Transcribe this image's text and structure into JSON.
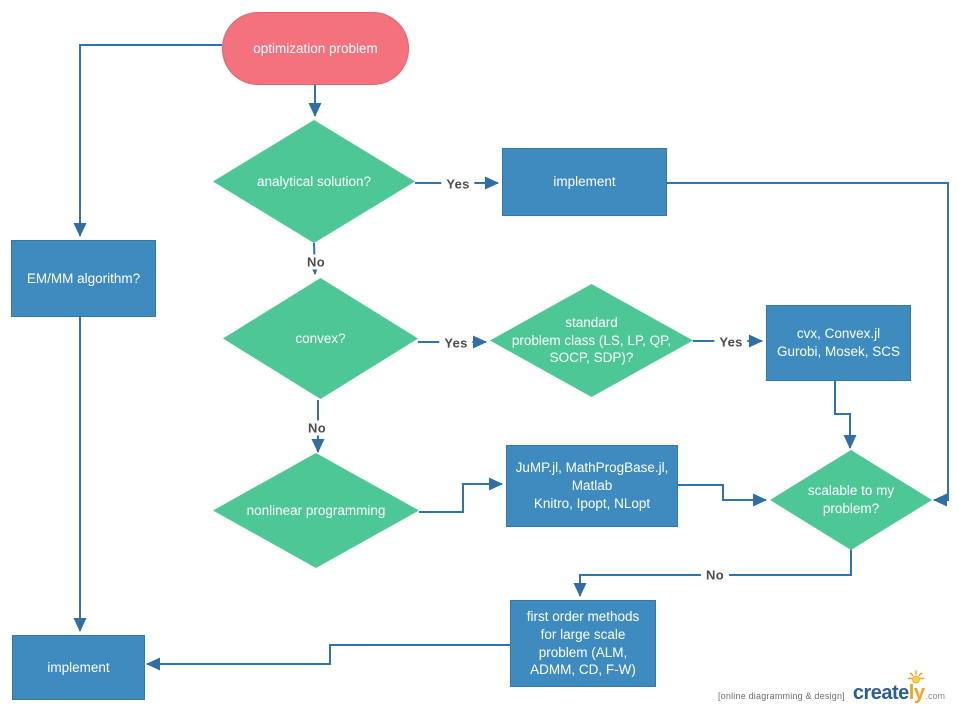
{
  "colors": {
    "decision_green": "#4dc795",
    "process_blue": "#3e8cbf",
    "terminator_pink": "#f4717e",
    "connector_blue": "#2f74ad",
    "edge_label_gray": "#4d4d4d",
    "brand_blue": "#2b5c9e",
    "brand_orange": "#f5a31d"
  },
  "nodes": {
    "optimization_problem": {
      "label": "optimization problem"
    },
    "analytical_solution": {
      "label": "analytical solution?"
    },
    "implement_top": {
      "label": "implement"
    },
    "em_mm": {
      "label": "EM/MM algorithm?"
    },
    "convex": {
      "label": "convex?"
    },
    "standard_class": {
      "label": "standard\nproblem class (LS,  LP, QP,\nSOCP, SDP)?"
    },
    "cvx_tools": {
      "label": "cvx, Convex.jl\nGurobi, Mosek, SCS"
    },
    "nonlinear": {
      "label": "nonlinear programming"
    },
    "jump_tools": {
      "label": "JuMP.jl, MathProgBase.jl,\nMatlab\nKnitro, Ipopt, NLopt"
    },
    "scalable": {
      "label": "scalable to my\nproblem?"
    },
    "first_order": {
      "label": "first order methods\nfor large scale\nproblem (ALM,\nADMM, CD, F-W)"
    },
    "implement_bottom": {
      "label": "implement"
    }
  },
  "edge_labels": {
    "yes_analytical": "Yes",
    "no_analytical": "No",
    "yes_convex": "Yes",
    "no_convex": "No",
    "yes_standard": "Yes",
    "no_scalable": "No"
  },
  "footer": {
    "tagline": "[online diagramming & design]",
    "brand_main": "create",
    "brand_accent": "ly",
    "brand_domain": ".com"
  }
}
